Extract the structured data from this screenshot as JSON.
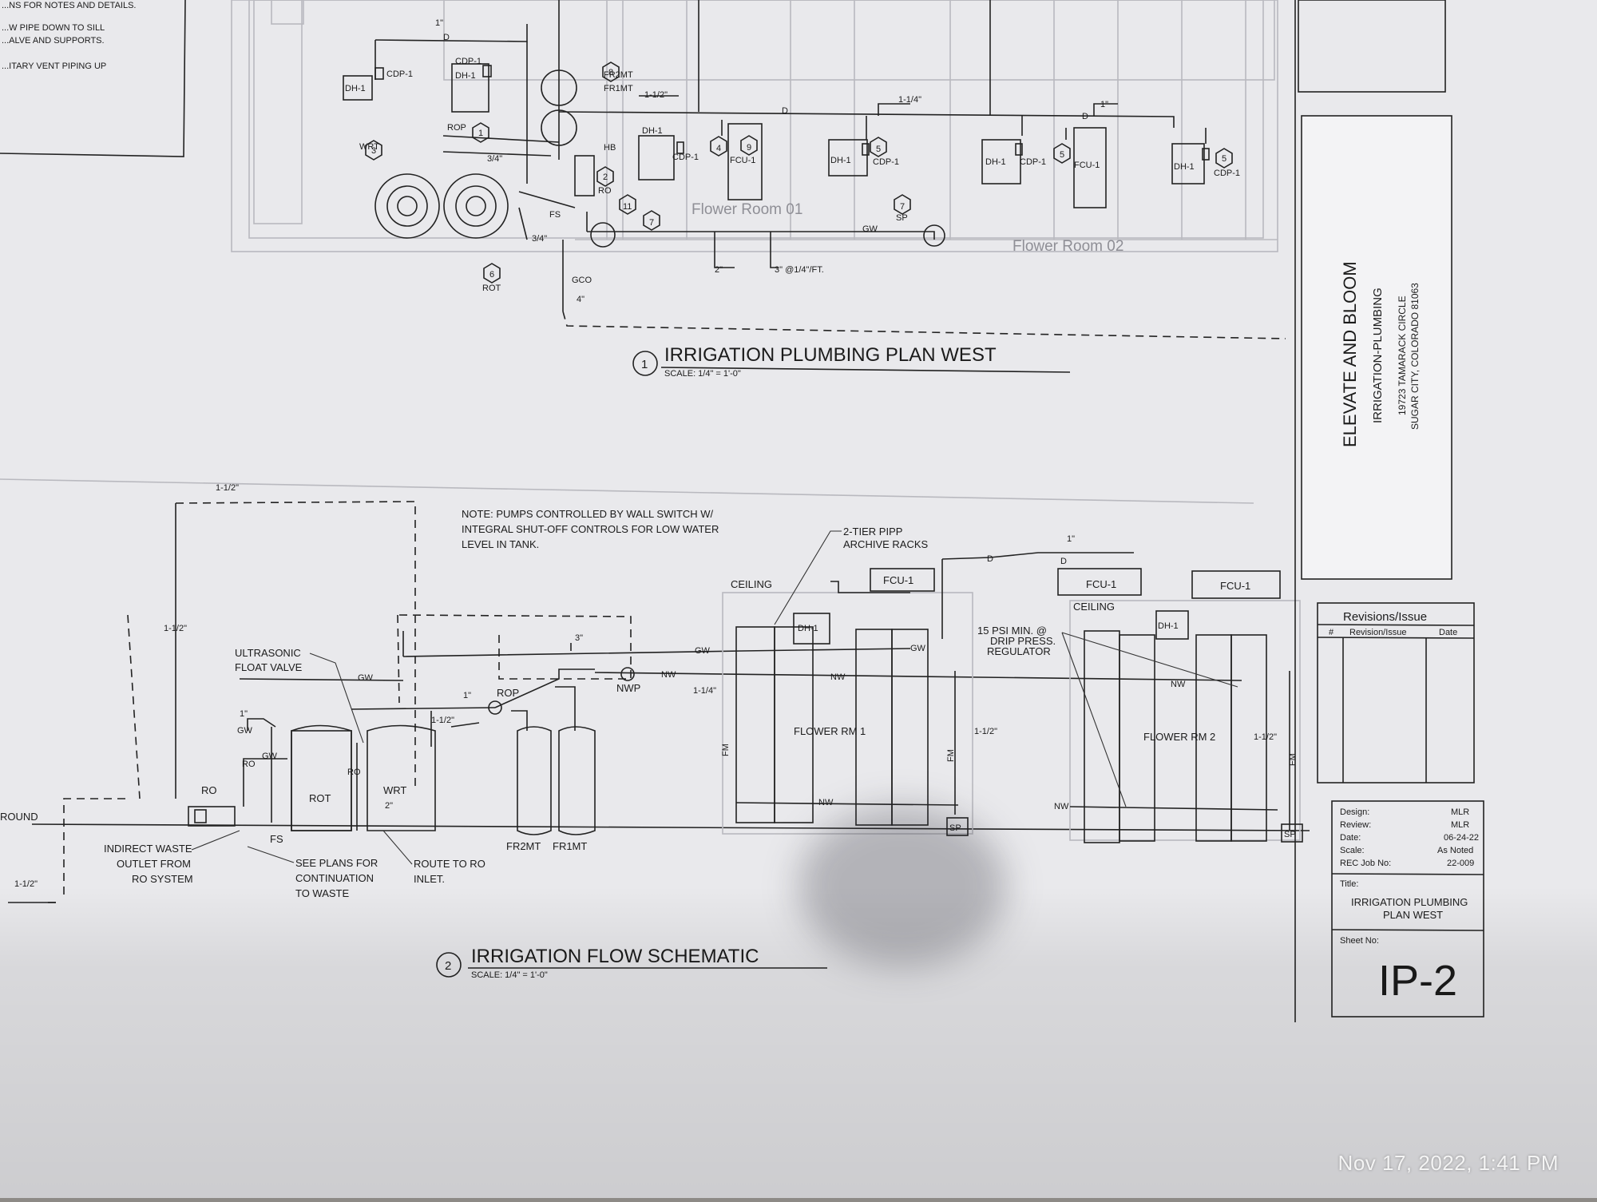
{
  "notes": {
    "lines": [
      "...NS FOR NOTES AND DETAILS.",
      "...W PIPE DOWN TO SILL",
      "...ALVE AND SUPPORTS.",
      "...ITARY VENT PIPING UP"
    ]
  },
  "plan": {
    "title": "IRRIGATION PLUMBING PLAN WEST",
    "scale": "SCALE: 1/4\" = 1'-0\"",
    "number": "1",
    "rooms": [
      "Flower Room 01",
      "Flower Room 02"
    ],
    "equipment": [
      "DH-1",
      "CDP-1",
      "FCU-1",
      "WRT",
      "ROP",
      "RO",
      "ROT",
      "FS",
      "HB",
      "SP",
      "GCO",
      "FR2MT",
      "FR1MT"
    ],
    "tags": [
      "1",
      "2",
      "3",
      "4",
      "5",
      "6",
      "7",
      "8",
      "9",
      "11"
    ],
    "pipe_labels": [
      "1\"",
      "1-1/2\"",
      "1-1/4\"",
      "3/4\"",
      "2\"",
      "3\" @1/4\"/FT.",
      "4\"",
      "D",
      "GW"
    ]
  },
  "schematic": {
    "title": "IRRIGATION FLOW SCHEMATIC",
    "scale": "SCALE: 1/4\" = 1'-0\"",
    "number": "2",
    "note": [
      "NOTE: PUMPS CONTROLLED BY WALL SWITCH W/",
      "INTEGRAL SHUT-OFF CONTROLS FOR LOW WATER",
      "LEVEL IN TANK."
    ],
    "labels": {
      "ultrasonic": [
        "ULTRASONIC",
        "FLOAT VALVE"
      ],
      "ceiling": "CEILING",
      "racks": [
        "2-TIER PIPP",
        "ARCHIVE RACKS"
      ],
      "regulator": [
        "15 PSI MIN. @",
        "DRIP PRESS.",
        "REGULATOR"
      ],
      "indirect": [
        "INDIRECT WASTE",
        "OUTLET FROM",
        "RO SYSTEM"
      ],
      "seeplans": [
        "SEE PLANS FOR",
        "CONTINUATION",
        "TO WASTE"
      ],
      "route": [
        "ROUTE TO RO",
        "INLET."
      ],
      "ground": "ROUND",
      "flower1": "FLOWER RM 1",
      "flower2": "FLOWER RM 2",
      "tanks": [
        "ROT",
        "WRT",
        "FR2MT",
        "FR1MT"
      ],
      "pumps": [
        "ROP",
        "NWP"
      ],
      "units": [
        "FCU-1",
        "DH-1",
        "RO",
        "FS",
        "SP",
        "NW",
        "GW",
        "FM",
        "D"
      ],
      "sizes": [
        "1-1/2\"",
        "1\"",
        "3\"",
        "2\"",
        "1-1/4\""
      ]
    }
  },
  "titleblock": {
    "project": "ELEVATE AND BLOOM",
    "subtitle": "IRRIGATION-PLUMBING",
    "address1": "19723 TAMARACK CIRCLE",
    "address2": "SUGAR CITY, COLORADO 81063",
    "revisions_title": "Revisions/Issue",
    "revisions_cols": [
      "#",
      "Revision/Issue",
      "Date"
    ],
    "design_label": "Design:",
    "design": "MLR",
    "review_label": "Review:",
    "review": "MLR",
    "date_label": "Date:",
    "date": "06-24-22",
    "scale_label": "Scale:",
    "scale": "As Noted",
    "job_label": "REC Job No:",
    "job": "22-009",
    "title_label": "Title:",
    "title_lines": [
      "IRRIGATION PLUMBING",
      "PLAN WEST"
    ],
    "sheet_label": "Sheet No:",
    "sheet": "IP-2"
  },
  "timestamp": "Nov 17, 2022, 1:41 PM"
}
